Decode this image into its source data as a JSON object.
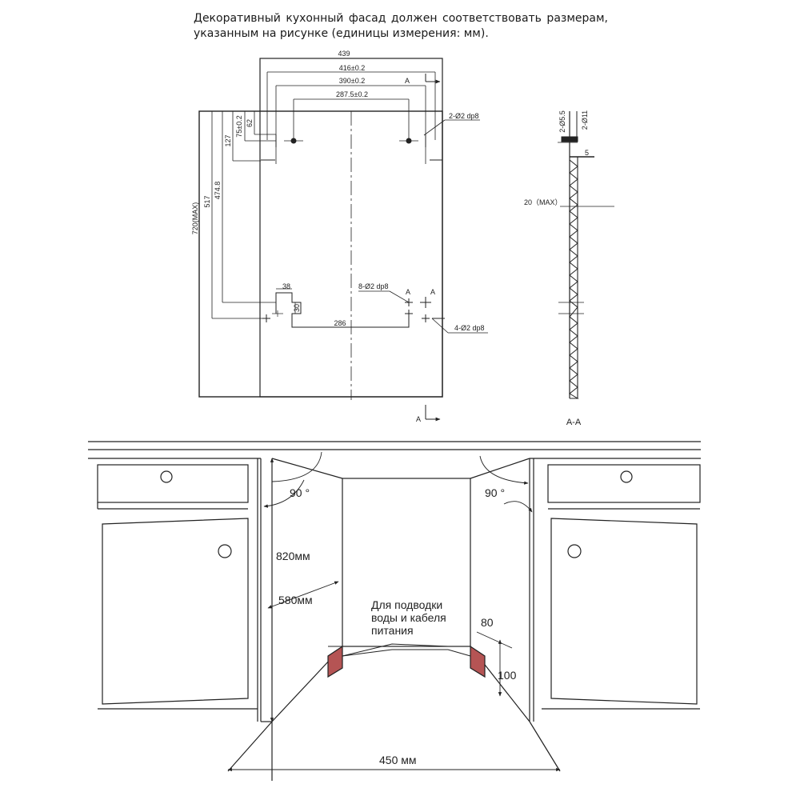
{
  "caption": {
    "line1": "Декоративный кухонный фасад должен соответствовать размерам,",
    "line2": "указанным на рисунке (единицы измерения: мм)."
  },
  "front_drawing": {
    "dim_439": "439",
    "dim_416": "416±0.2",
    "dim_390": "390±0.2",
    "dim_287": "287.5±0.2",
    "dim_75": "75±0.2",
    "dim_62": "62",
    "dim_127": "127",
    "dim_474": "474.8",
    "dim_517": "517",
    "dim_720": "720(MAX)",
    "dim_38": "38",
    "dim_30": "30",
    "dim_286": "286",
    "hole_top": "2-Ø2 dp8",
    "hole_mid": "8-Ø2 dp8",
    "hole_low": "4-Ø2 dp8",
    "section_mark": "A"
  },
  "section_drawing": {
    "dim_55": "2-Ø5.5",
    "dim_11": "2-Ø11",
    "dim_5": "5",
    "dim_20": "20（MAX）",
    "title": "A-A"
  },
  "niche_drawing": {
    "angle_left": "90 °",
    "angle_right": "90 °",
    "height": "820мм",
    "depth": "580мм",
    "note_line1": "Для подводки",
    "note_line2": "воды и кабеля",
    "note_line3": "питания",
    "dim_80": "80",
    "dim_100": "100",
    "width": "450 мм"
  }
}
